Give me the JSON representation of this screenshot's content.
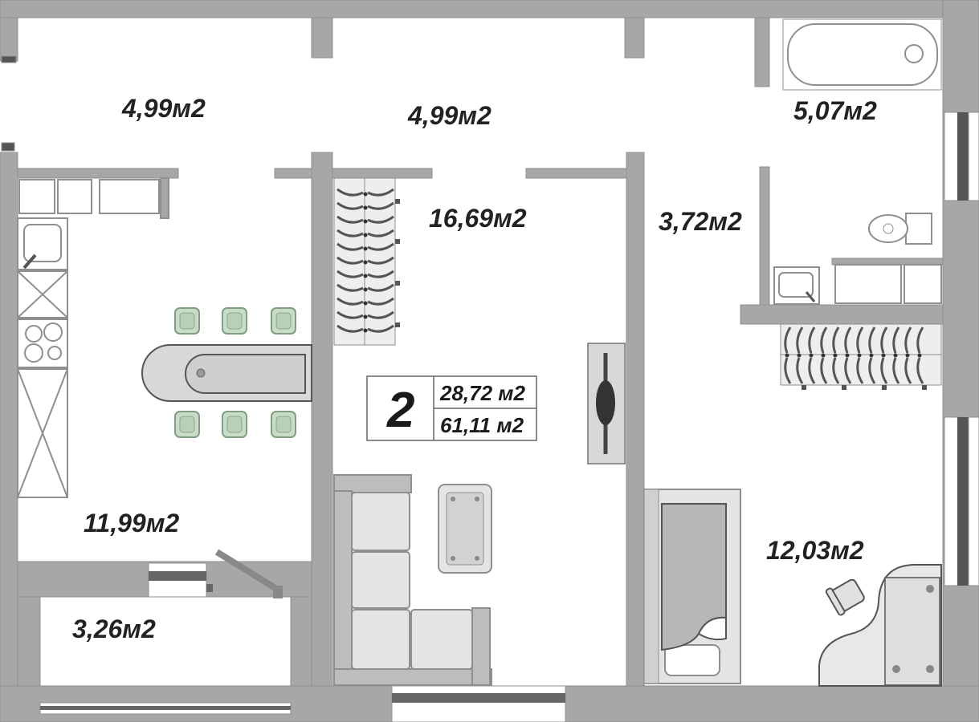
{
  "colors": {
    "wall": "#a7a7a7",
    "wall_stroke": "#8f8f8f",
    "floor": "#ffffff",
    "fixture": "#d8d8d8",
    "fixture_dark": "#b5b5b5",
    "chair": "#c9dcc9",
    "text": "#222222"
  },
  "rooms": {
    "balcony_left": {
      "area": "4,99м2"
    },
    "balcony_mid": {
      "area": "4,99м2"
    },
    "bathroom": {
      "area": "5,07м2"
    },
    "living_room": {
      "area": "16,69м2"
    },
    "hallway": {
      "area": "3,72м2"
    },
    "kitchen": {
      "area": "11,99м2"
    },
    "loggia": {
      "area": "3,26м2"
    },
    "bedroom": {
      "area": "12,03м2"
    }
  },
  "apartment": {
    "rooms_count": "2",
    "living_area": "28,72 м2",
    "total_area": "61,11 м2"
  }
}
